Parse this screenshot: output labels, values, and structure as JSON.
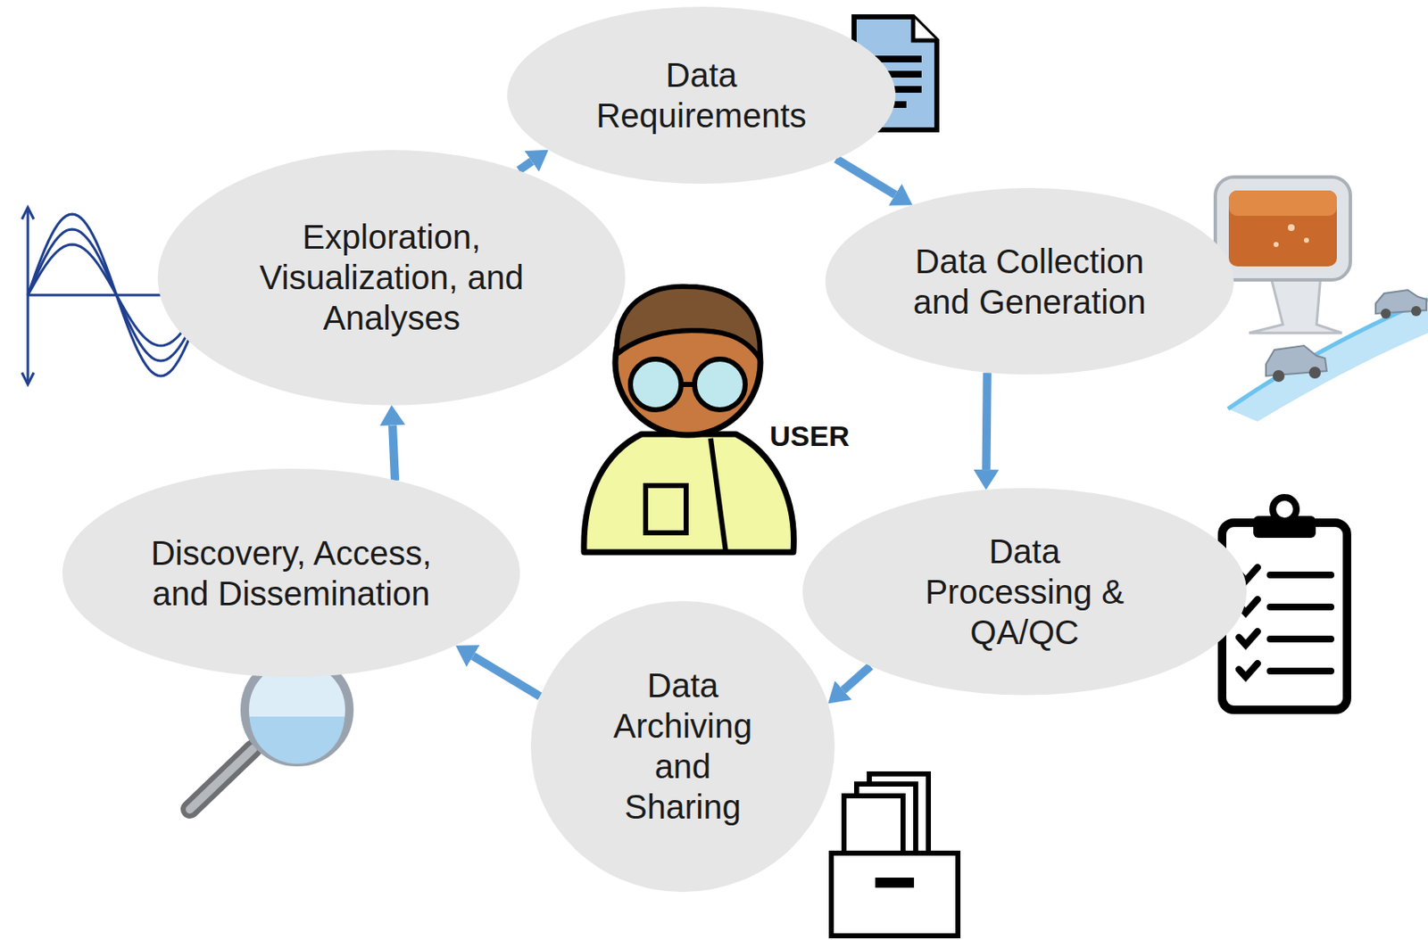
{
  "diagram": {
    "nodes": [
      {
        "text": [
          "Data Requirements"
        ]
      },
      {
        "text": [
          "Data Collection and Generation"
        ]
      },
      {
        "text": [
          "Data Processing & QA/QC"
        ]
      },
      {
        "text": [
          "Data Archiving and Sharing"
        ]
      },
      {
        "text": [
          "Discovery, Access, and Dissemination"
        ]
      },
      {
        "text": [
          "Exploration, Visualization, and Analyses"
        ]
      }
    ],
    "edges": [
      {
        "from": 5,
        "to": 0,
        "arrow": "to"
      },
      {
        "from": 0,
        "to": 1,
        "arrow": "to"
      },
      {
        "from": 1,
        "to": 2,
        "arrow": "to"
      },
      {
        "from": 2,
        "to": 3,
        "arrow": "to"
      },
      {
        "from": 3,
        "to": 4,
        "arrow": "to"
      },
      {
        "from": 4,
        "to": 5,
        "arrow": "to"
      }
    ],
    "labels": [
      "USER"
    ]
  }
}
